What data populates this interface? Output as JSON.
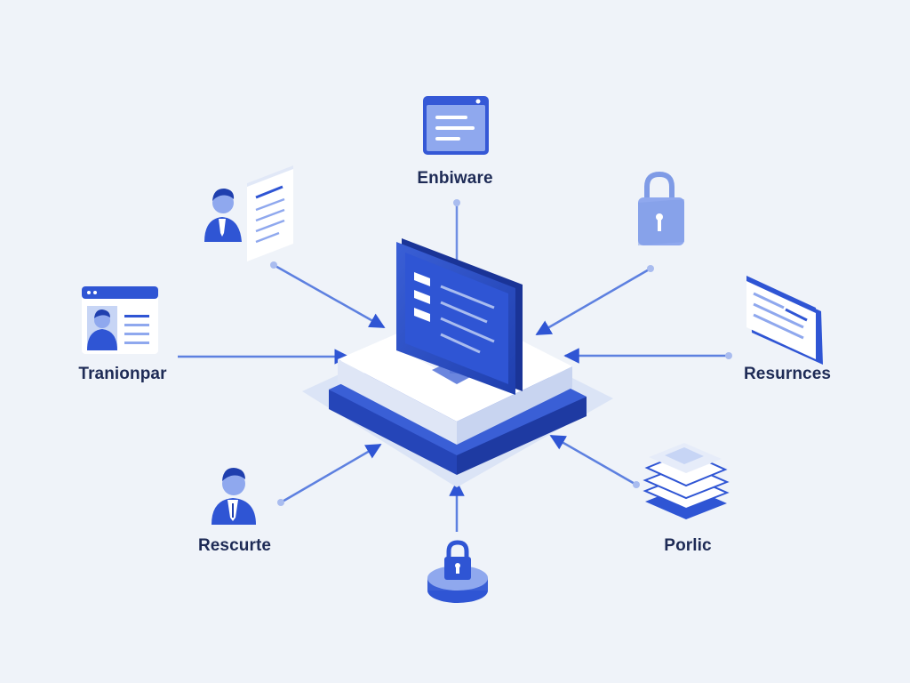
{
  "diagram": {
    "nodes": [
      {
        "id": "top",
        "label": "Enbiware",
        "icon": "browser-window-icon"
      },
      {
        "id": "top-left",
        "label": "",
        "icon": "user-document-icon"
      },
      {
        "id": "top-right",
        "label": "",
        "icon": "padlock-icon"
      },
      {
        "id": "left",
        "label": "Tranionpar",
        "icon": "profile-card-icon"
      },
      {
        "id": "right",
        "label": "Resurnces",
        "icon": "document-stack-icon"
      },
      {
        "id": "bottom-left",
        "label": "Rescurte",
        "icon": "user-icon"
      },
      {
        "id": "bottom",
        "label": "",
        "icon": "lock-base-icon"
      },
      {
        "id": "bottom-right",
        "label": "Porlic",
        "icon": "stacked-layers-icon"
      },
      {
        "id": "center",
        "label": "",
        "icon": "monitor-platform-icon"
      }
    ],
    "edges": [
      {
        "from": "top",
        "to": "center"
      },
      {
        "from": "top-left",
        "to": "center"
      },
      {
        "from": "top-right",
        "to": "center"
      },
      {
        "from": "left",
        "to": "center"
      },
      {
        "from": "right",
        "to": "center"
      },
      {
        "from": "bottom-left",
        "to": "center"
      },
      {
        "from": "bottom",
        "to": "center"
      },
      {
        "from": "bottom-right",
        "to": "center"
      }
    ],
    "colors": {
      "primary": "#2f55d4",
      "dark": "#1f3fae",
      "light": "#8fa8ee",
      "pale": "#d5e0f7",
      "background": "#eff3f9",
      "text": "#1e2b56"
    }
  }
}
